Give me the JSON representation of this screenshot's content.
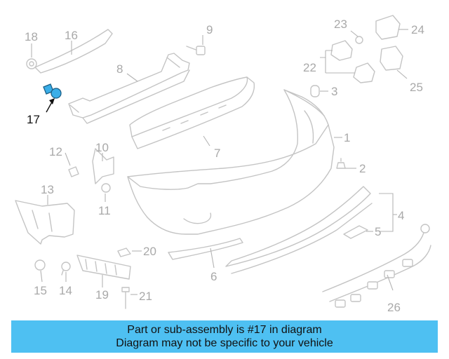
{
  "banner": {
    "line1": "Part or sub-assembly is #17 in diagram",
    "line2": "Diagram may not be specific to your vehicle"
  },
  "highlight": {
    "callout": "17",
    "color": "#3aaee8"
  },
  "callouts": {
    "c1": "1",
    "c2": "2",
    "c3": "3",
    "c4": "4",
    "c5": "5",
    "c6": "6",
    "c7": "7",
    "c8": "8",
    "c9": "9",
    "c10": "10",
    "c11": "11",
    "c12": "12",
    "c13": "13",
    "c14": "14",
    "c15": "15",
    "c16": "16",
    "c17": "17",
    "c18": "18",
    "c19": "19",
    "c20": "20",
    "c21": "21",
    "c22": "22",
    "c23": "23",
    "c24": "24",
    "c25": "25",
    "c26": "26"
  },
  "colors": {
    "banner_bg": "#4ec0f2",
    "line_art": "#c4c4c4",
    "callout_text": "#a9a9a9"
  }
}
